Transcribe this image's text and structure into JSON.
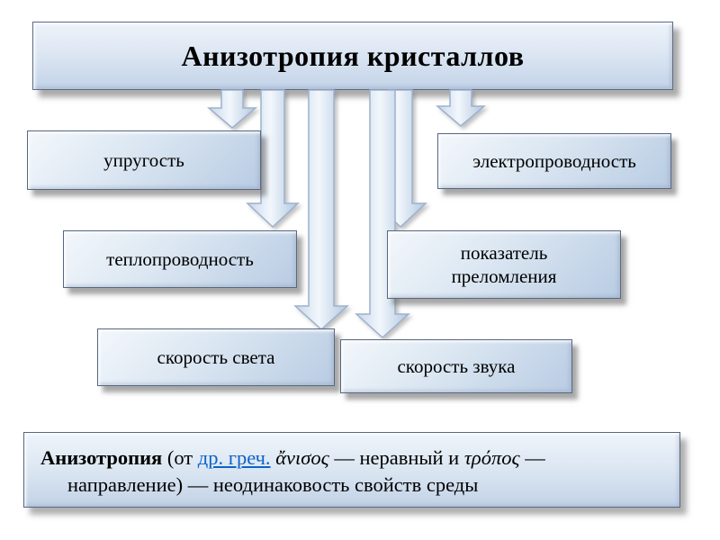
{
  "title": "Анизотропия кристаллов",
  "boxes": [
    {
      "label": "упругость"
    },
    {
      "label": "электропроводность"
    },
    {
      "label": "теплопроводность"
    },
    {
      "label": "показатель преломления"
    },
    {
      "label": "скорость света"
    },
    {
      "label": "скорость звука"
    }
  ],
  "definition": {
    "term": "Анизотропия",
    "pre": " (от ",
    "link": "др. греч.",
    "greek1": " ἄνισος",
    "mid": " — неравный и ",
    "greek2": "τρόπος",
    "tail": " — направление) — неодинаковость свойств среды"
  },
  "colors": {
    "box_fill_light": "#f3f7fb",
    "box_fill_dark": "#b9cce3",
    "box_border": "#56677f",
    "link": "#0d62c9",
    "text": "#000000"
  }
}
